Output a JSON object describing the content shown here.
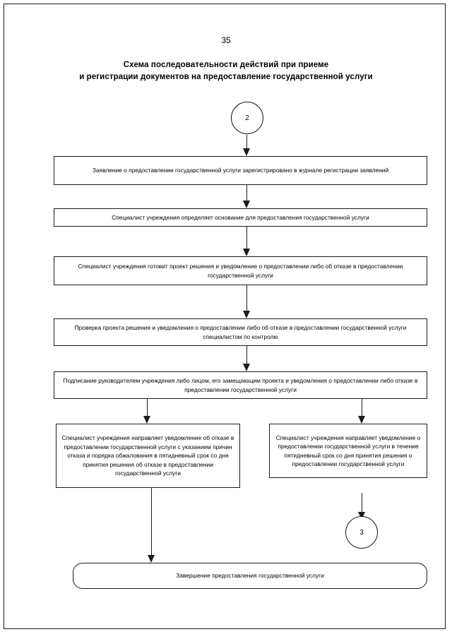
{
  "document": {
    "page_number": "35",
    "title_line_1": "Схема последовательности действий при приеме",
    "title_line_2": "и регистрации документов на предоставление государственной услуги"
  },
  "flowchart": {
    "type": "flowchart",
    "connectors": {
      "inbound_label": "2",
      "outbound_label": "3"
    },
    "nodes": [
      {
        "id": "node-registered",
        "shape": "process",
        "text": "Заявление о предоставлении государственной услуги зарегистрировано в журнале регистрации заявлений"
      },
      {
        "id": "node-determine-basis",
        "shape": "process",
        "text": "Специалист учреждения определяет основание для предоставления государственной услуги"
      },
      {
        "id": "node-prepare-draft",
        "shape": "process",
        "text": "Специалист учреждения готовит проект решения и уведомление о предоставлении либо об отказе в предоставлении государственной услуги"
      },
      {
        "id": "node-control-check",
        "shape": "process",
        "text": "Проверка проекта решения и уведомления о предоставлении либо об отказе в предоставлении государственной услуги специалистом по контролю"
      },
      {
        "id": "node-signing",
        "shape": "process",
        "text": "Подписание руководителем учреждения либо лицом, его замещающим проекта и уведомления о предоставлении либо отказе в предоставлении государственной услуги"
      },
      {
        "id": "node-refusal-notice",
        "shape": "process",
        "text": "Специалист учреждения направляет уведомление об отказе в предоставлении государственной услуги с указанием причин отказа и порядка обжалования в пятидневный срок со дня принятия решения об отказе в предоставлении государственной услуги"
      },
      {
        "id": "node-grant-notice",
        "shape": "process",
        "text": "Специалист учреждения направляет уведомление о предоставлении государственной услуги  в течение пятидневный срок со дня принятия решения о предоставлении государственной услуги"
      },
      {
        "id": "node-completion",
        "shape": "terminator",
        "text": "Завершение предоставления государственной услуги"
      }
    ]
  }
}
